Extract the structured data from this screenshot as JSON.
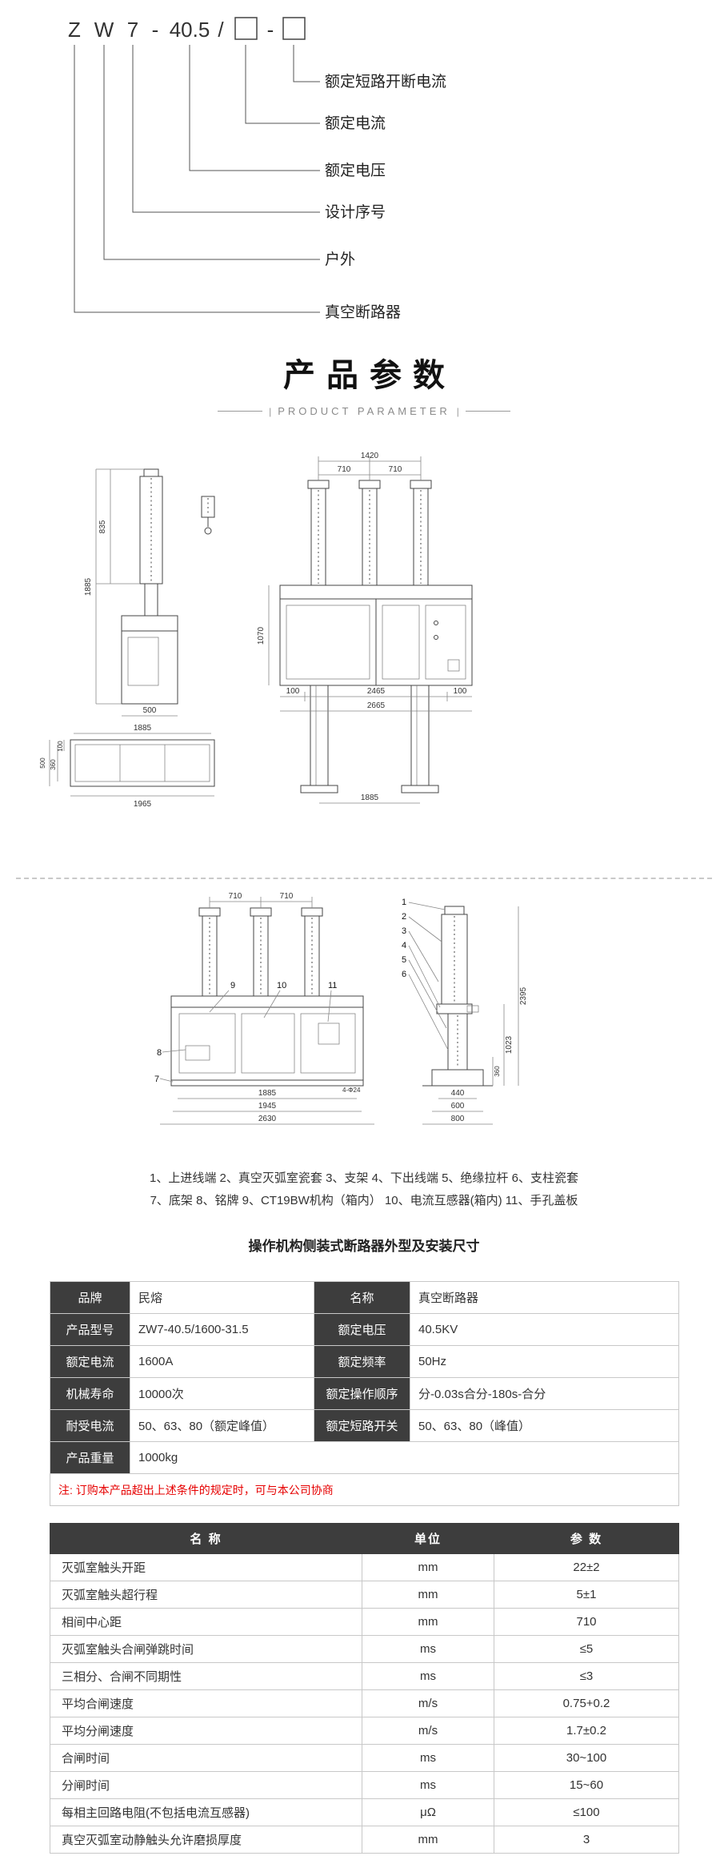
{
  "designation": {
    "chars": [
      "Z",
      "W",
      "7",
      "-",
      "40.5",
      "/"
    ],
    "dash2": "-",
    "labels": [
      "额定短路开断电流",
      "额定电流",
      "额定电压",
      "设计序号",
      "户外",
      "真空断路器"
    ]
  },
  "section": {
    "title": "产品参数",
    "subtitle": "PRODUCT PARAMETER"
  },
  "drawing1": {
    "dims": {
      "total_width_top": "1420",
      "pole_pitch_left": "710",
      "pole_pitch_right": "710",
      "side_upper": "835",
      "side_total": "1885",
      "side_base": "500",
      "front_height": "1070",
      "margin_left": "100",
      "span": "2465",
      "margin_right": "100",
      "total_bottom": "2665",
      "leg_span": "1885",
      "plan_top": "1885",
      "plan_bottom": "1965",
      "plan_d1": "500",
      "plan_d2": "360",
      "plan_d3": "100"
    }
  },
  "drawing2": {
    "dims": {
      "pitch_left": "710",
      "pitch_right": "710",
      "bottom1": "1885",
      "bottom2": "1945",
      "bottom3": "2630",
      "side_total": "2395",
      "side_mid": "1023",
      "side_low": "360",
      "side_b1": "440",
      "side_b2": "600",
      "side_b3": "800",
      "hole_note": "4-Φ24"
    },
    "callouts": {
      "c1": "1",
      "c2": "2",
      "c3": "3",
      "c4": "4",
      "c5": "5",
      "c6": "6",
      "c7": "7",
      "c8": "8",
      "c9": "9",
      "c10": "10",
      "c11": "11"
    }
  },
  "parts_list": {
    "line1": "1、上进线端  2、真空灭弧室瓷套  3、支架  4、下出线端  5、绝缘拉杆  6、支柱瓷套",
    "line2": "7、底架  8、铭牌  9、CT19BW机构（箱内）  10、电流互感器(箱内)  11、手孔盖板"
  },
  "drawing_caption": "操作机构侧装式断路器外型及安装尺寸",
  "spec_table": {
    "rows": [
      {
        "k1": "品牌",
        "v1": "民熔",
        "k2": "名称",
        "v2": "真空断路器"
      },
      {
        "k1": "产品型号",
        "v1": "ZW7-40.5/1600-31.5",
        "k2": "额定电压",
        "v2": "40.5KV"
      },
      {
        "k1": "额定电流",
        "v1": "1600A",
        "k2": "额定频率",
        "v2": "50Hz"
      },
      {
        "k1": "机械寿命",
        "v1": "10000次",
        "k2": "额定操作顺序",
        "v2": "分-0.03s合分-180s-合分"
      },
      {
        "k1": "耐受电流",
        "v1": "50、63、80（额定峰值）",
        "k2": "额定短路开关",
        "v2": "50、63、80（峰值）"
      },
      {
        "k1": "产品重量",
        "v1": "1000kg"
      }
    ],
    "note": "注: 订购本产品超出上述条件的规定时，可与本公司协商"
  },
  "param_table": {
    "headers": [
      "名  称",
      "单位",
      "参  数"
    ],
    "rows": [
      [
        "灭弧室触头开距",
        "mm",
        "22±2"
      ],
      [
        "灭弧室触头超行程",
        "mm",
        "5±1"
      ],
      [
        "相间中心距",
        "mm",
        "710"
      ],
      [
        "灭弧室触头合闸弹跳时间",
        "ms",
        "≤5"
      ],
      [
        "三相分、合闸不同期性",
        "ms",
        "≤3"
      ],
      [
        "平均合闸速度",
        "m/s",
        "0.75+0.2"
      ],
      [
        "平均分闸速度",
        "m/s",
        "1.7±0.2"
      ],
      [
        "合闸时间",
        "ms",
        "30~100"
      ],
      [
        "分闸时间",
        "ms",
        "15~60"
      ],
      [
        "每相主回路电阻(不包括电流互感器)",
        "μΩ",
        "≤100"
      ],
      [
        "真空灭弧室动静触头允许磨损厚度",
        "mm",
        "3"
      ]
    ]
  }
}
